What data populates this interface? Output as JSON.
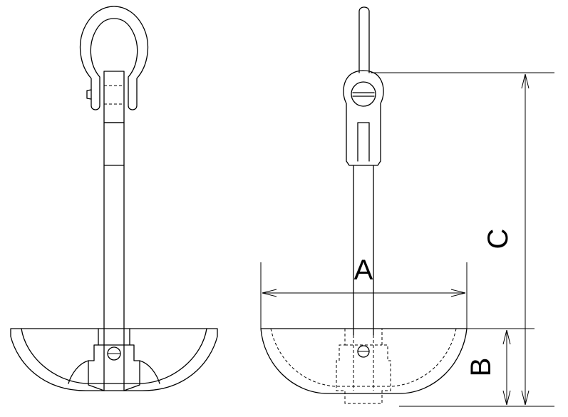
{
  "drawing": {
    "views": [
      "front-view",
      "side-view"
    ],
    "dimensions": {
      "a": "A",
      "b": "B",
      "c": "C"
    },
    "colors": {
      "line": "#000000",
      "background": "#ffffff"
    }
  }
}
